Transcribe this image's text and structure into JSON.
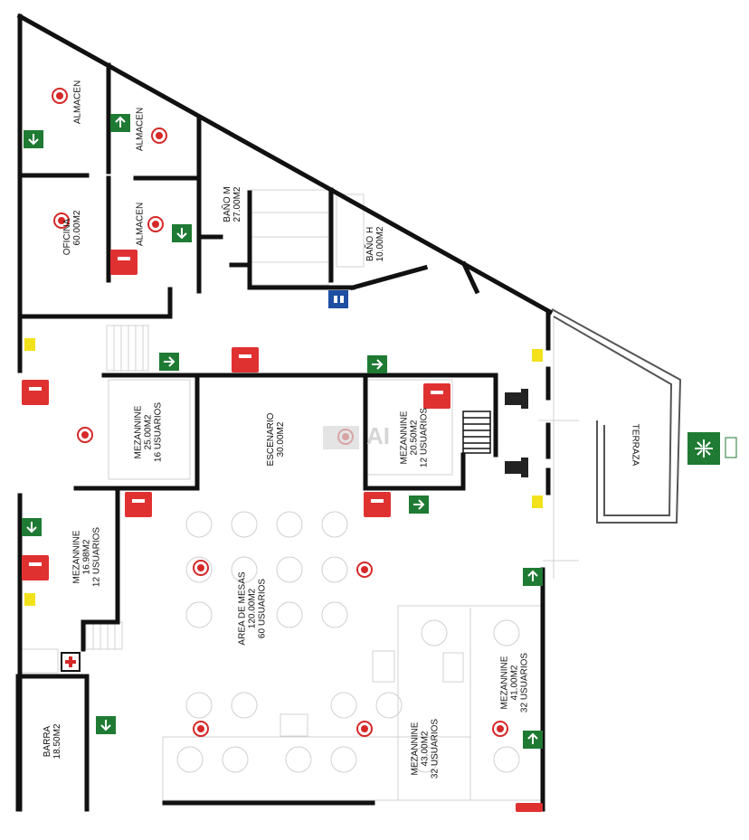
{
  "plan": {
    "rooms": [
      {
        "id": "almacen-1",
        "lines": [
          "ALMACEN"
        ]
      },
      {
        "id": "almacen-2",
        "lines": [
          "ALMACEN"
        ]
      },
      {
        "id": "oficina",
        "lines": [
          "OFICINA",
          "60.00M2"
        ]
      },
      {
        "id": "almacen-3",
        "lines": [
          "ALMACEN"
        ]
      },
      {
        "id": "bano-m",
        "lines": [
          "BAÑO M",
          "27.00M2"
        ]
      },
      {
        "id": "bano-h",
        "lines": [
          "BAÑO H",
          "10.00M2"
        ]
      },
      {
        "id": "mezzanine-1",
        "lines": [
          "MEZANNINE",
          "25.00M2",
          "16 USUARIOS"
        ]
      },
      {
        "id": "escenario",
        "lines": [
          "ESCENARIO",
          "30.00M2"
        ]
      },
      {
        "id": "mezzanine-2",
        "lines": [
          "MEZANNINE",
          "20.50M2",
          "12 USUARIOS"
        ]
      },
      {
        "id": "terraza",
        "lines": [
          "TERRAZA"
        ]
      },
      {
        "id": "mezzanine-3",
        "lines": [
          "MEZANNINE",
          "16.98M2",
          "12 USUARIOS"
        ]
      },
      {
        "id": "area-mesas",
        "lines": [
          "AREA DE MESAS",
          "120.00M2",
          "60 USUARIOS"
        ]
      },
      {
        "id": "mezzanine-4",
        "lines": [
          "MEZANNINE",
          "41.00M2",
          "32 USUARIOS"
        ]
      },
      {
        "id": "mezzanine-5",
        "lines": [
          "MEZANNINE",
          "43.00M2",
          "32 USUARIOS"
        ]
      },
      {
        "id": "barra",
        "lines": [
          "BARRA",
          "18.50M2"
        ]
      }
    ],
    "watermark": "AI",
    "colors": {
      "wall": "#111111",
      "exit_sign": "#1f7a33",
      "extinguisher": "#e03131",
      "alarm": "#d62828",
      "assembly_point": "#1f7a33",
      "electric_panel": "#1d4fa3",
      "yellow_marker": "#f2e21b",
      "hatch": "#c8c8c8"
    },
    "icons": {
      "exit": "exit-arrow-icon",
      "extinguisher": "fire-extinguisher-icon",
      "alarm": "fire-alarm-target-icon",
      "assembly": "assembly-point-icon",
      "panel": "electrical-panel-icon",
      "first_aid": "first-aid-icon",
      "lamp": "emergency-light-icon"
    }
  }
}
